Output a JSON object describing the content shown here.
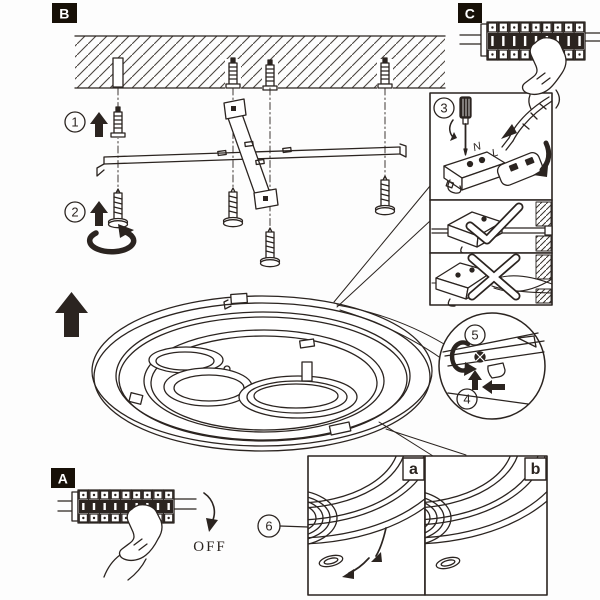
{
  "section_labels": {
    "a": "A",
    "b": "B",
    "c": "C"
  },
  "zoom_panels": {
    "a": "a",
    "b": "b"
  },
  "steps": {
    "s1": "1",
    "s2": "2",
    "s3": "3",
    "s4": "4",
    "s5": "5",
    "s6": "6"
  },
  "wiring": {
    "neutral": "N",
    "live": "L"
  },
  "power": {
    "off_label": "OFF"
  },
  "colors": {
    "line": "#2b2420",
    "label_box_bg": "#171007",
    "label_box_text": "#ffffff",
    "background": "#fdfdfd",
    "hatch": "#4a443e"
  }
}
